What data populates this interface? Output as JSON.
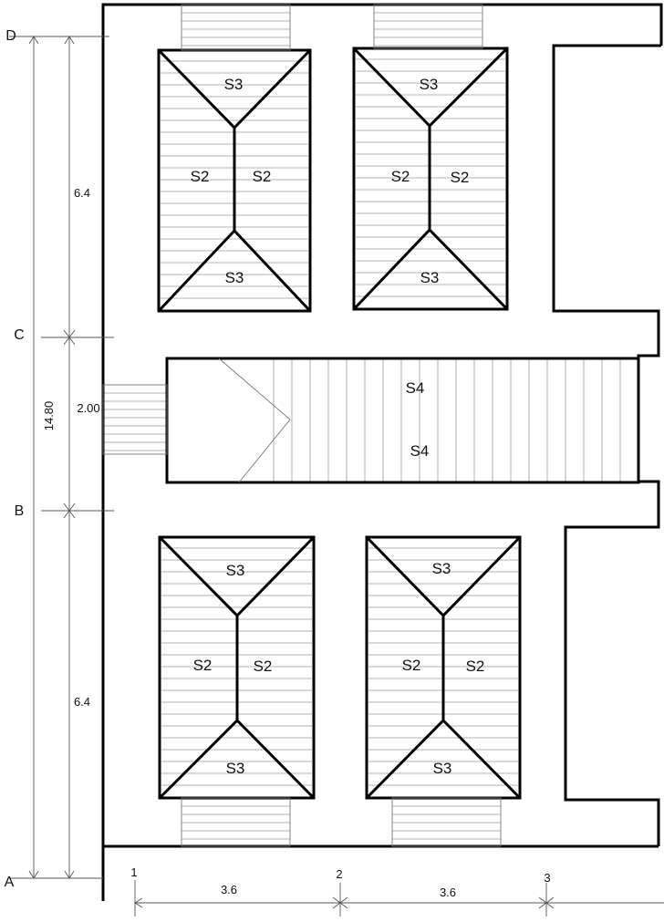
{
  "axes": {
    "rows": [
      "D",
      "C",
      "B",
      "A"
    ],
    "cols": [
      "1",
      "2",
      "3"
    ]
  },
  "dimensions": {
    "upper_block": "6.4",
    "corridor": "2.00",
    "lower_block": "6.4",
    "total": "14.80",
    "span_1_2": "3.6",
    "span_2_3": "3.6"
  },
  "roofs": {
    "top_left": {
      "top": "S3",
      "left": "S2",
      "right": "S2",
      "bottom": "S3"
    },
    "top_right": {
      "top": "S3",
      "left": "S2",
      "right": "S2",
      "bottom": "S3"
    },
    "bottom_left": {
      "top": "S3",
      "left": "S2",
      "right": "S2",
      "bottom": "S3"
    },
    "bottom_right": {
      "top": "S3",
      "left": "S2",
      "right": "S2",
      "bottom": "S3"
    }
  },
  "corridor_roof": {
    "upper": "S4",
    "lower": "S4"
  },
  "colors": {
    "line": "#000000",
    "hatch": "#9a9a9a",
    "background": "#ffffff"
  }
}
